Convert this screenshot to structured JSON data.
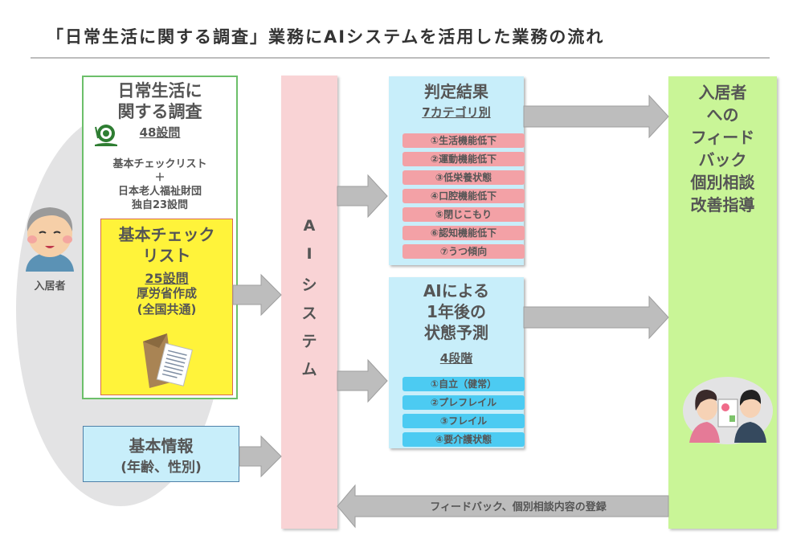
{
  "title": "「日常生活に関する調査」業務にAIシステムを活用した業務の流れ",
  "resident": {
    "label": "入居者",
    "icon": "elderly-person-icon"
  },
  "survey": {
    "title_line1": "日常生活に",
    "title_line2": "関する調査",
    "count": "48設問",
    "sub_line1": "基本チェックリスト",
    "sub_line2": "＋",
    "sub_line3": "日本老人福祉財団",
    "sub_line4": "独自23設問",
    "icon": "snail-icon"
  },
  "checklist": {
    "title_line1": "基本チェック",
    "title_line2": "リスト",
    "count": "25設問",
    "sub_line1": "厚労省作成",
    "sub_line2": "(全国共通)",
    "icon": "envelope-document-icon"
  },
  "basic_info": {
    "title": "基本情報",
    "sub": "(年齢、性別)"
  },
  "ai_system": {
    "chars": [
      "A",
      "I",
      "シ",
      "ス",
      "テ",
      "ム"
    ]
  },
  "result": {
    "title": "判定結果",
    "sub": "7カテゴリ別",
    "items": [
      "①生活機能低下",
      "②運動機能低下",
      "③低栄養状態",
      "④口腔機能低下",
      "⑤閉じこもり",
      "⑥認知機能低下",
      "⑦うつ傾向"
    ],
    "color": "#f3a1a6"
  },
  "prediction": {
    "title_line1": "AIによる",
    "title_line2": "1年後の",
    "title_line3": "状態予測",
    "sub": "4段階",
    "items": [
      "①自立（健常）",
      "②プレフレイル",
      "③フレイル",
      "④要介護状態"
    ],
    "color": "#4ccbf2"
  },
  "feedback": {
    "lines": [
      "入居者",
      "への",
      "フィード",
      "バック",
      "個別相談",
      "改善指導"
    ],
    "icon": "consultation-icon"
  },
  "return_arrow": {
    "label": "フィードバック、個別相談内容の登録"
  }
}
